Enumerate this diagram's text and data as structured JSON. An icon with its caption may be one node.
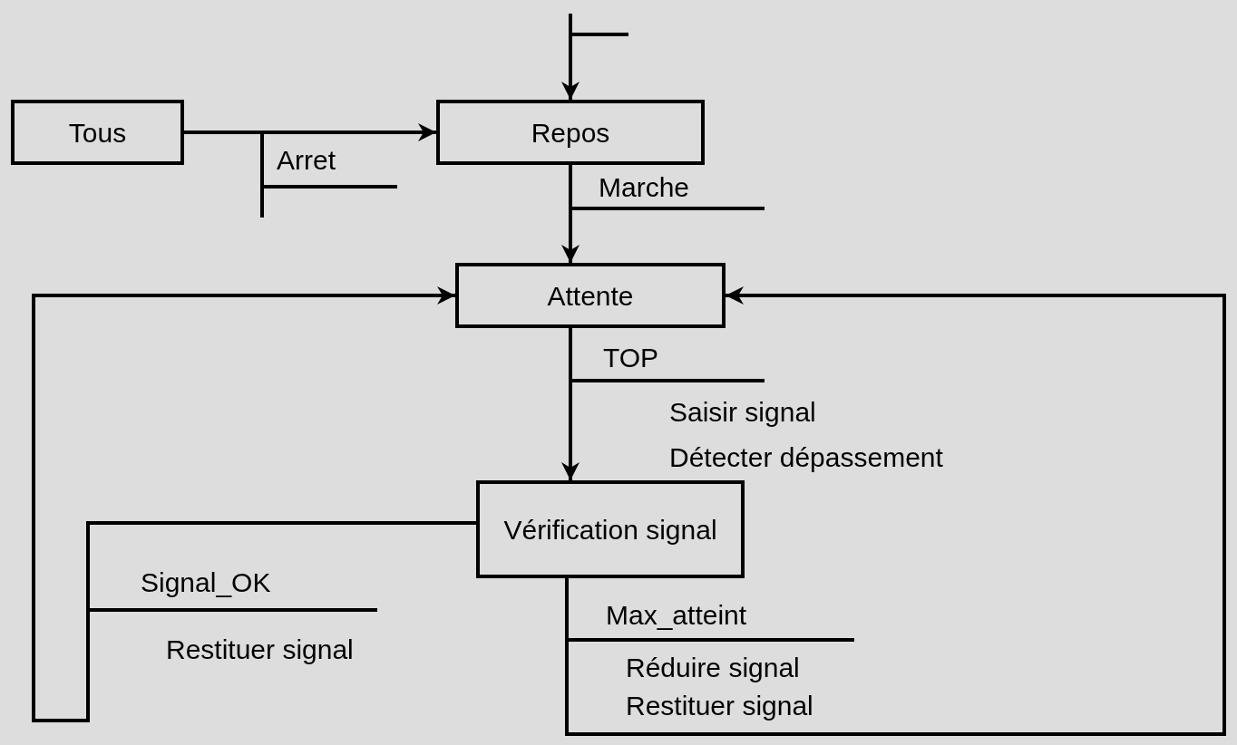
{
  "diagram": {
    "nodes": [
      {
        "text": [
          "Tous"
        ]
      },
      {
        "text": [
          "Repos"
        ]
      },
      {
        "text": [
          "Attente"
        ]
      },
      {
        "text": [
          "Vérification signal"
        ]
      }
    ],
    "edges": [
      {
        "from": null,
        "to": 1,
        "arrow": "to"
      },
      {
        "from": 0,
        "to": 1,
        "arrow": "to",
        "label": "Arret"
      },
      {
        "from": 1,
        "to": 2,
        "arrow": "to",
        "label": "Marche"
      },
      {
        "from": 2,
        "to": 3,
        "arrow": "to",
        "label": "TOP"
      },
      {
        "from": 3,
        "to": 2,
        "arrow": "to",
        "label": "Signal_OK"
      },
      {
        "from": 3,
        "to": 2,
        "arrow": "to",
        "label": "Max_atteint"
      }
    ],
    "labels": [
      "Saisir signal",
      "Détecter dépassement",
      "Restituer signal",
      "Réduire signal",
      "Restituer signal"
    ]
  }
}
